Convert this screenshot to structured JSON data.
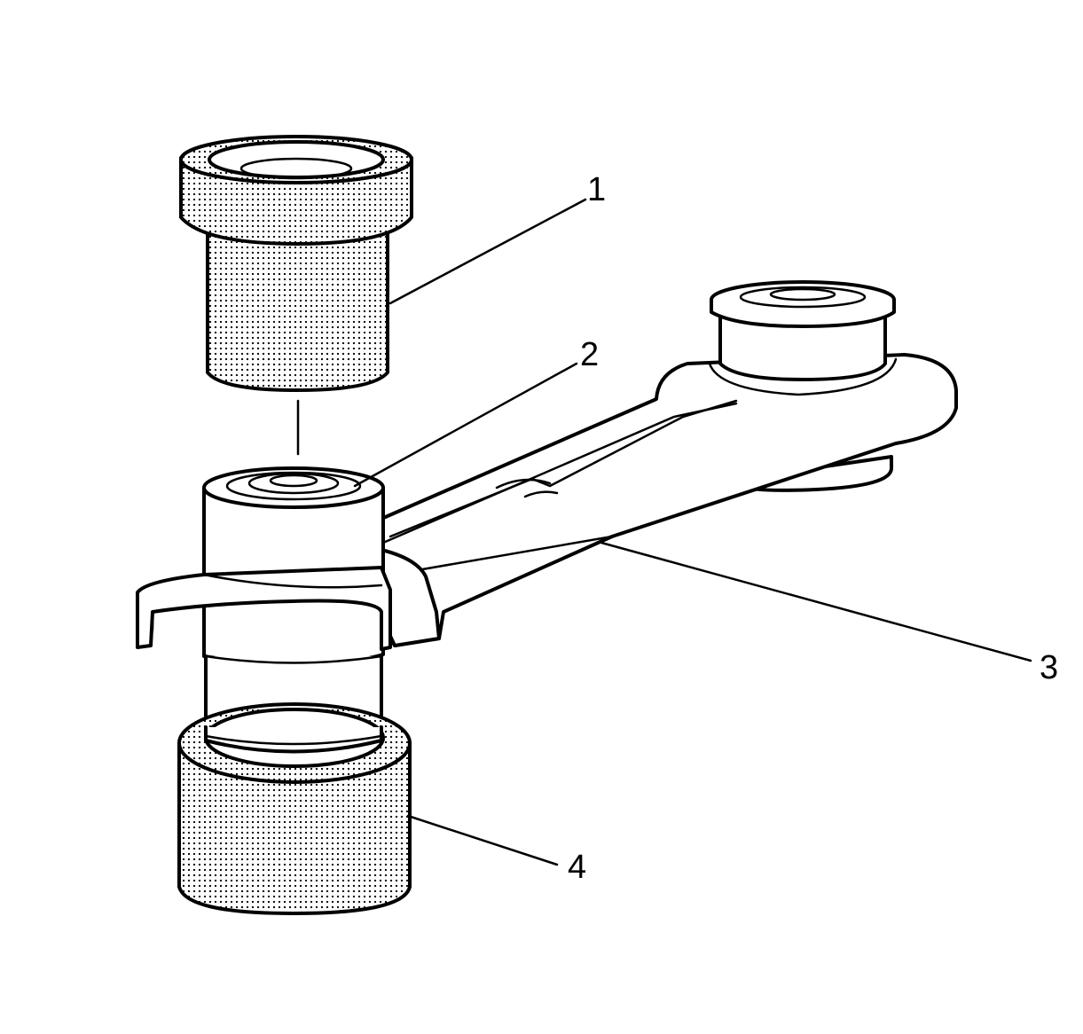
{
  "callouts": [
    {
      "id": "1",
      "label": "1"
    },
    {
      "id": "2",
      "label": "2"
    },
    {
      "id": "3",
      "label": "3"
    },
    {
      "id": "4",
      "label": "4"
    }
  ],
  "colors": {
    "ink": "#000000",
    "background": "#ffffff",
    "stipple_dot": "#000000"
  }
}
